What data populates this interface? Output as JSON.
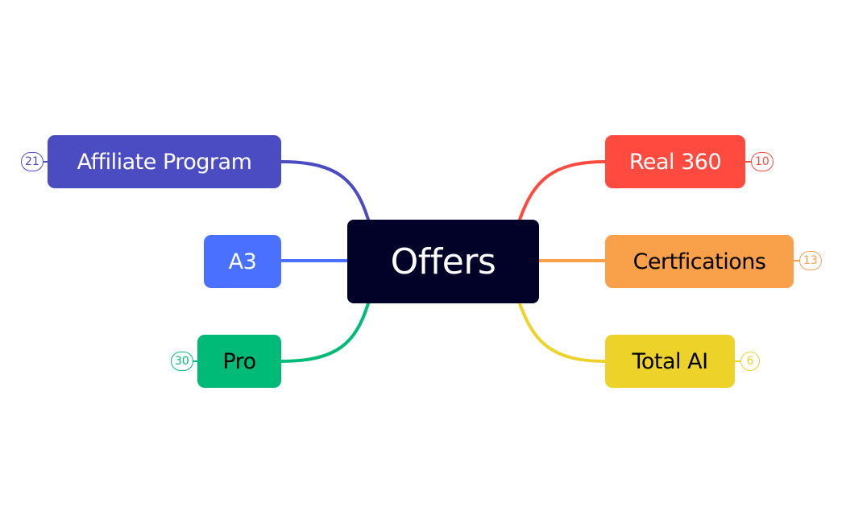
{
  "central_topic": {
    "label": "Offers",
    "color": "#020228",
    "text_color": "#FFFFFF"
  },
  "branches": [
    {
      "key": "affiliate",
      "label": "Affiliate Program",
      "count": "21",
      "color": "#4B4BC2",
      "text_color": "#FFFFFF",
      "side": "left"
    },
    {
      "key": "a3",
      "label": "A3",
      "count": "",
      "color": "#4A70FF",
      "text_color": "#FFFFFF",
      "side": "left"
    },
    {
      "key": "pro",
      "label": "Pro",
      "count": "30",
      "color": "#00BB78",
      "text_color": "#000000",
      "side": "left"
    },
    {
      "key": "real360",
      "label": "Real 360",
      "count": "10",
      "color": "#FF4A3F",
      "text_color": "#FFFFFF",
      "side": "right"
    },
    {
      "key": "certifications",
      "label": "Certfications",
      "count": "13",
      "color": "#F9A04B",
      "text_color": "#000000",
      "side": "right"
    },
    {
      "key": "totalai",
      "label": "Total AI",
      "count": "6",
      "color": "#EDD22A",
      "text_color": "#000000",
      "side": "right"
    }
  ]
}
